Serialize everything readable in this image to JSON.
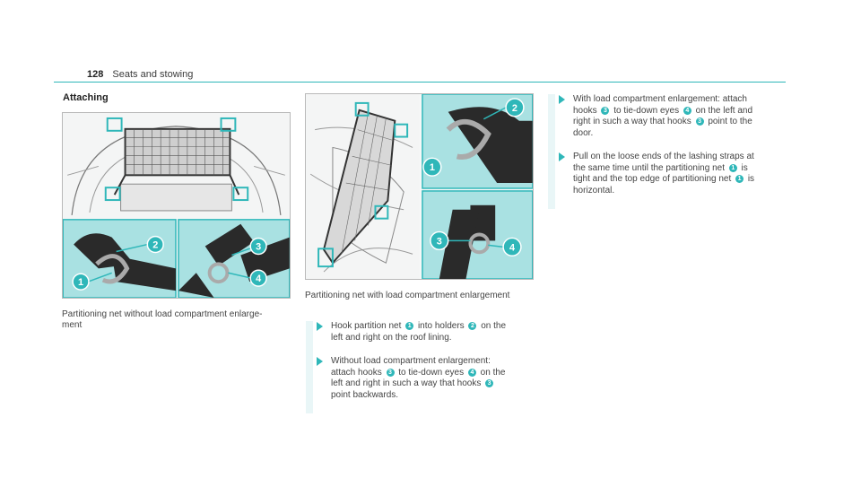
{
  "header": {
    "page_number": "128",
    "section": "Seats and stowing"
  },
  "section_title": "Attaching",
  "figures": {
    "left_caption_line1": "Partitioning net without load compartment enlarge-",
    "left_caption_line2": "ment",
    "middle_caption": "Partitioning net with load compartment enlargement",
    "callouts": [
      "1",
      "2",
      "3",
      "4"
    ]
  },
  "steps_middle": {
    "step1": {
      "a": "Hook partition net",
      "n1": "1",
      "b": "into holders",
      "n2": "2",
      "c": "on the",
      "d": "left and right on the roof lining."
    },
    "step2": {
      "a": "Without load compartment enlargement:",
      "b": "attach hooks",
      "n1": "3",
      "c": "to tie-down eyes",
      "n2": "4",
      "d": "on the",
      "e": "left and right in such a way that hooks",
      "n3": "3",
      "f": "point backwards."
    }
  },
  "steps_right": {
    "step1": {
      "a": "With load compartment enlargement: attach",
      "b": "hooks",
      "n1": "3",
      "c": "to tie-down eyes",
      "n2": "4",
      "d": "on the left and",
      "e": "right in such a way that hooks",
      "n3": "3",
      "f": "point to the",
      "g": "door."
    },
    "step2": {
      "a": "Pull on the loose ends of the lashing straps at",
      "b": "the same time until the partitioning net",
      "n1": "1",
      "c": "is",
      "d": "tight and the top edge of partitioning net",
      "n2": "1",
      "e": "is",
      "f": "horizontal."
    }
  },
  "colors": {
    "accent": "#2fb7b9",
    "light_accent": "#a9e1e2",
    "dark": "#2a2a2a"
  }
}
